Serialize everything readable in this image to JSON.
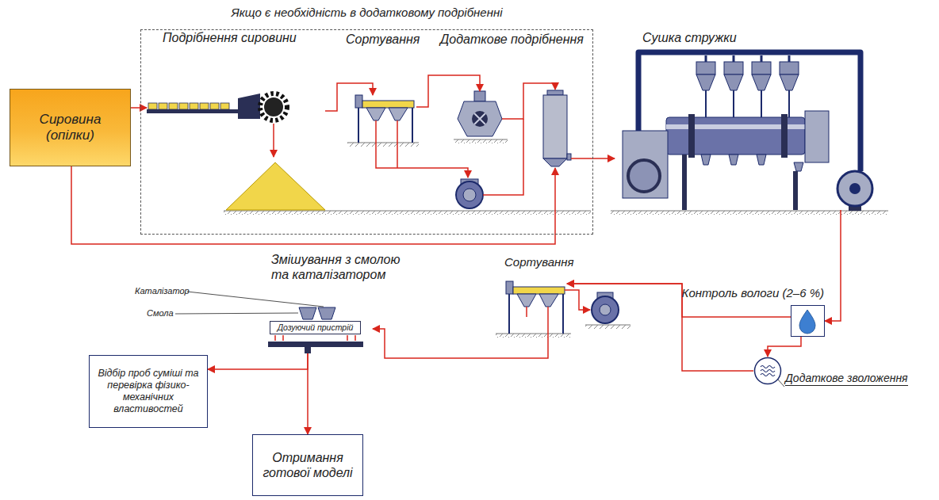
{
  "diagram": {
    "nodes": [
      {
        "text": [
          "Сировина (опілки)"
        ]
      },
      {
        "text": [
          "Якщо є необхідність в додатковому подрібненні"
        ]
      },
      {
        "text": [
          "Подрібнення сировини"
        ],
        "in": 1
      },
      {
        "text": [
          "Сортування"
        ],
        "in": 1
      },
      {
        "text": [
          "Додаткове подрібнення"
        ],
        "in": 1
      },
      {
        "text": [
          "Сушка стружки"
        ]
      },
      {
        "text": [
          "Контроль вологи (2–6 %)"
        ]
      },
      {
        "text": [
          "Додаткове зволоження"
        ]
      },
      {
        "text": [
          "Сортування"
        ]
      },
      {
        "text": [
          "Змішування з смолою та каталізатором"
        ]
      },
      {
        "text": [
          "Дозуючий пристрій"
        ],
        "in": 9
      },
      {
        "text": [
          "Відбір проб суміші та перевірка фізико-механічних властивостей"
        ]
      },
      {
        "text": [
          "Отримання готової моделі"
        ]
      }
    ],
    "edges": [
      {
        "from": 0,
        "to": 2,
        "arrow": "to"
      },
      {
        "from": 2,
        "to": 3,
        "arrow": "to"
      },
      {
        "from": 3,
        "to": 4,
        "arrow": "to"
      },
      {
        "from": 0,
        "to": 4,
        "arrow": "to"
      },
      {
        "from": 4,
        "to": 5,
        "arrow": "to"
      },
      {
        "from": 5,
        "to": 6,
        "arrow": "to"
      },
      {
        "from": 6,
        "to": 7,
        "arrow": "to"
      },
      {
        "from": 6,
        "to": 8,
        "arrow": "to"
      },
      {
        "from": 7,
        "to": 8,
        "arrow": "to"
      },
      {
        "from": 8,
        "to": 9,
        "arrow": "to"
      },
      {
        "from": 9,
        "to": 11,
        "arrow": "to"
      },
      {
        "from": 9,
        "to": 12,
        "arrow": "to"
      }
    ],
    "labels": [
      "Каталізатор",
      "Смола"
    ]
  }
}
